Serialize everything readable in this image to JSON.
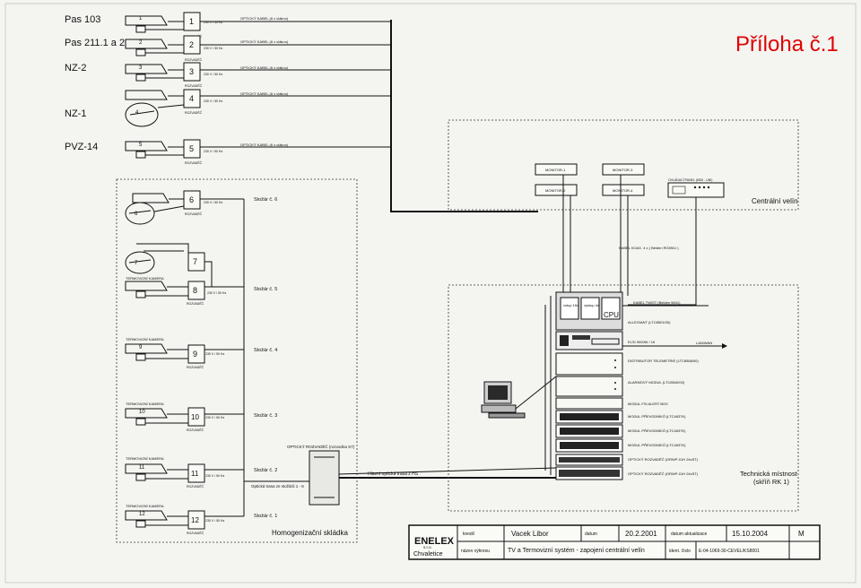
{
  "annex_title": "Příloha č.1",
  "left_labels": {
    "pas103": "Pas 103",
    "pas211": "Pas 211.1 a 2",
    "nz2": "NZ-2",
    "nz1": "NZ-1",
    "pvz14": "PVZ-14"
  },
  "common": {
    "rozvadec": "ROZVADĚČ",
    "power": "230 V / 50 Hz",
    "fiber": "OPTICKÝ KABEL (6 x vlákno)",
    "thermal_camera": "TERMOVIZNÍ KAMERA"
  },
  "top_nodes": [
    {
      "num": "1",
      "cam": "1"
    },
    {
      "num": "2",
      "cam": "2"
    },
    {
      "num": "3",
      "cam": "3"
    },
    {
      "num": "4",
      "cam": "4"
    },
    {
      "num": "5",
      "cam": "5"
    }
  ],
  "masts": [
    {
      "num": "6",
      "cam": "6",
      "label": "Stožár č. 6"
    },
    {
      "num": "7",
      "cam": "7",
      "label": ""
    },
    {
      "num": "8",
      "cam": "",
      "label": "Stožár č. 5"
    },
    {
      "num": "9",
      "cam": "9",
      "label": "Stožár č. 4"
    },
    {
      "num": "10",
      "cam": "10",
      "label": "Stožár č. 3"
    },
    {
      "num": "11",
      "cam": "11",
      "label": "Stožár č. 2"
    },
    {
      "num": "12",
      "cam": "12",
      "label": "Stožár č. 1"
    }
  ],
  "warehouse": {
    "title": "Homogenizační skládka",
    "optical_route": "Optická trasa ze stožárů 1 - 6",
    "patch": "OPTICKÝ ROZVADĚČ (rozvodna S7)",
    "main_route": "Hlavní optická trasa z HS"
  },
  "control_room": {
    "title": "Centrální velín",
    "monitors": [
      "MONITOR-1",
      "MONITOR-3",
      "MONITOR-2",
      "MONITOR-4"
    ],
    "panel": "OVLÁDACÍ PANEL (KBD - UNI)",
    "coax": "KABEL KOAX. 4 x ( Belden RG59/U )"
  },
  "rack": {
    "title_line1": "Technická místnost",
    "title_line2": "(skříň RK 1)",
    "cpu": "CPU",
    "vstup_left": "vstup 16x",
    "vstup_right": "výstup 4x",
    "twist": "KABEL TWIST (Belden 9841)",
    "allegiant": "ALLEGIANT (LTC8501/00)",
    "elsi": "ELSI 9000W / 16",
    "lan": "LAN/WAN",
    "telemetry": "DISTRIBUTOR TELEMETRIE (LTC8568/00)",
    "alarm": "ALARMOVÝ MODUL (LTC8540/00)",
    "fsi": "MODUL FSI ALERT BOX",
    "conv1": "MODUL PŘEVODNÍKŮ (LTC4637K)",
    "conv2": "MODUL PŘEVODNÍKŮ (LTC4637K)",
    "conv3": "MODUL PŘEVODNÍKŮ (LTC4637K)",
    "patch1": "OPTICKÝ ROZVADĚČ (ORWP-01H 24xST)",
    "patch2": "OPTICKÝ ROZVADĚČ (ORWP-01H 24xST)"
  },
  "title_block": {
    "company": "ENELEX",
    "company_sub": "s.r.o.",
    "city": "Chvaletice",
    "drawn_label": "kreslil",
    "drawn": "Vacek Libor",
    "date_label": "datum",
    "date": "20.2.2001",
    "update_label": "datum aktualizace",
    "update": "15.10.2004",
    "rev": "M",
    "name_label": "název výkresu",
    "name": "TV a Termovizní systém - zapojení centrální velín",
    "ident_label": "ident. číslo",
    "ident": "E-04-1069-30-CEVEL/KS8001"
  }
}
